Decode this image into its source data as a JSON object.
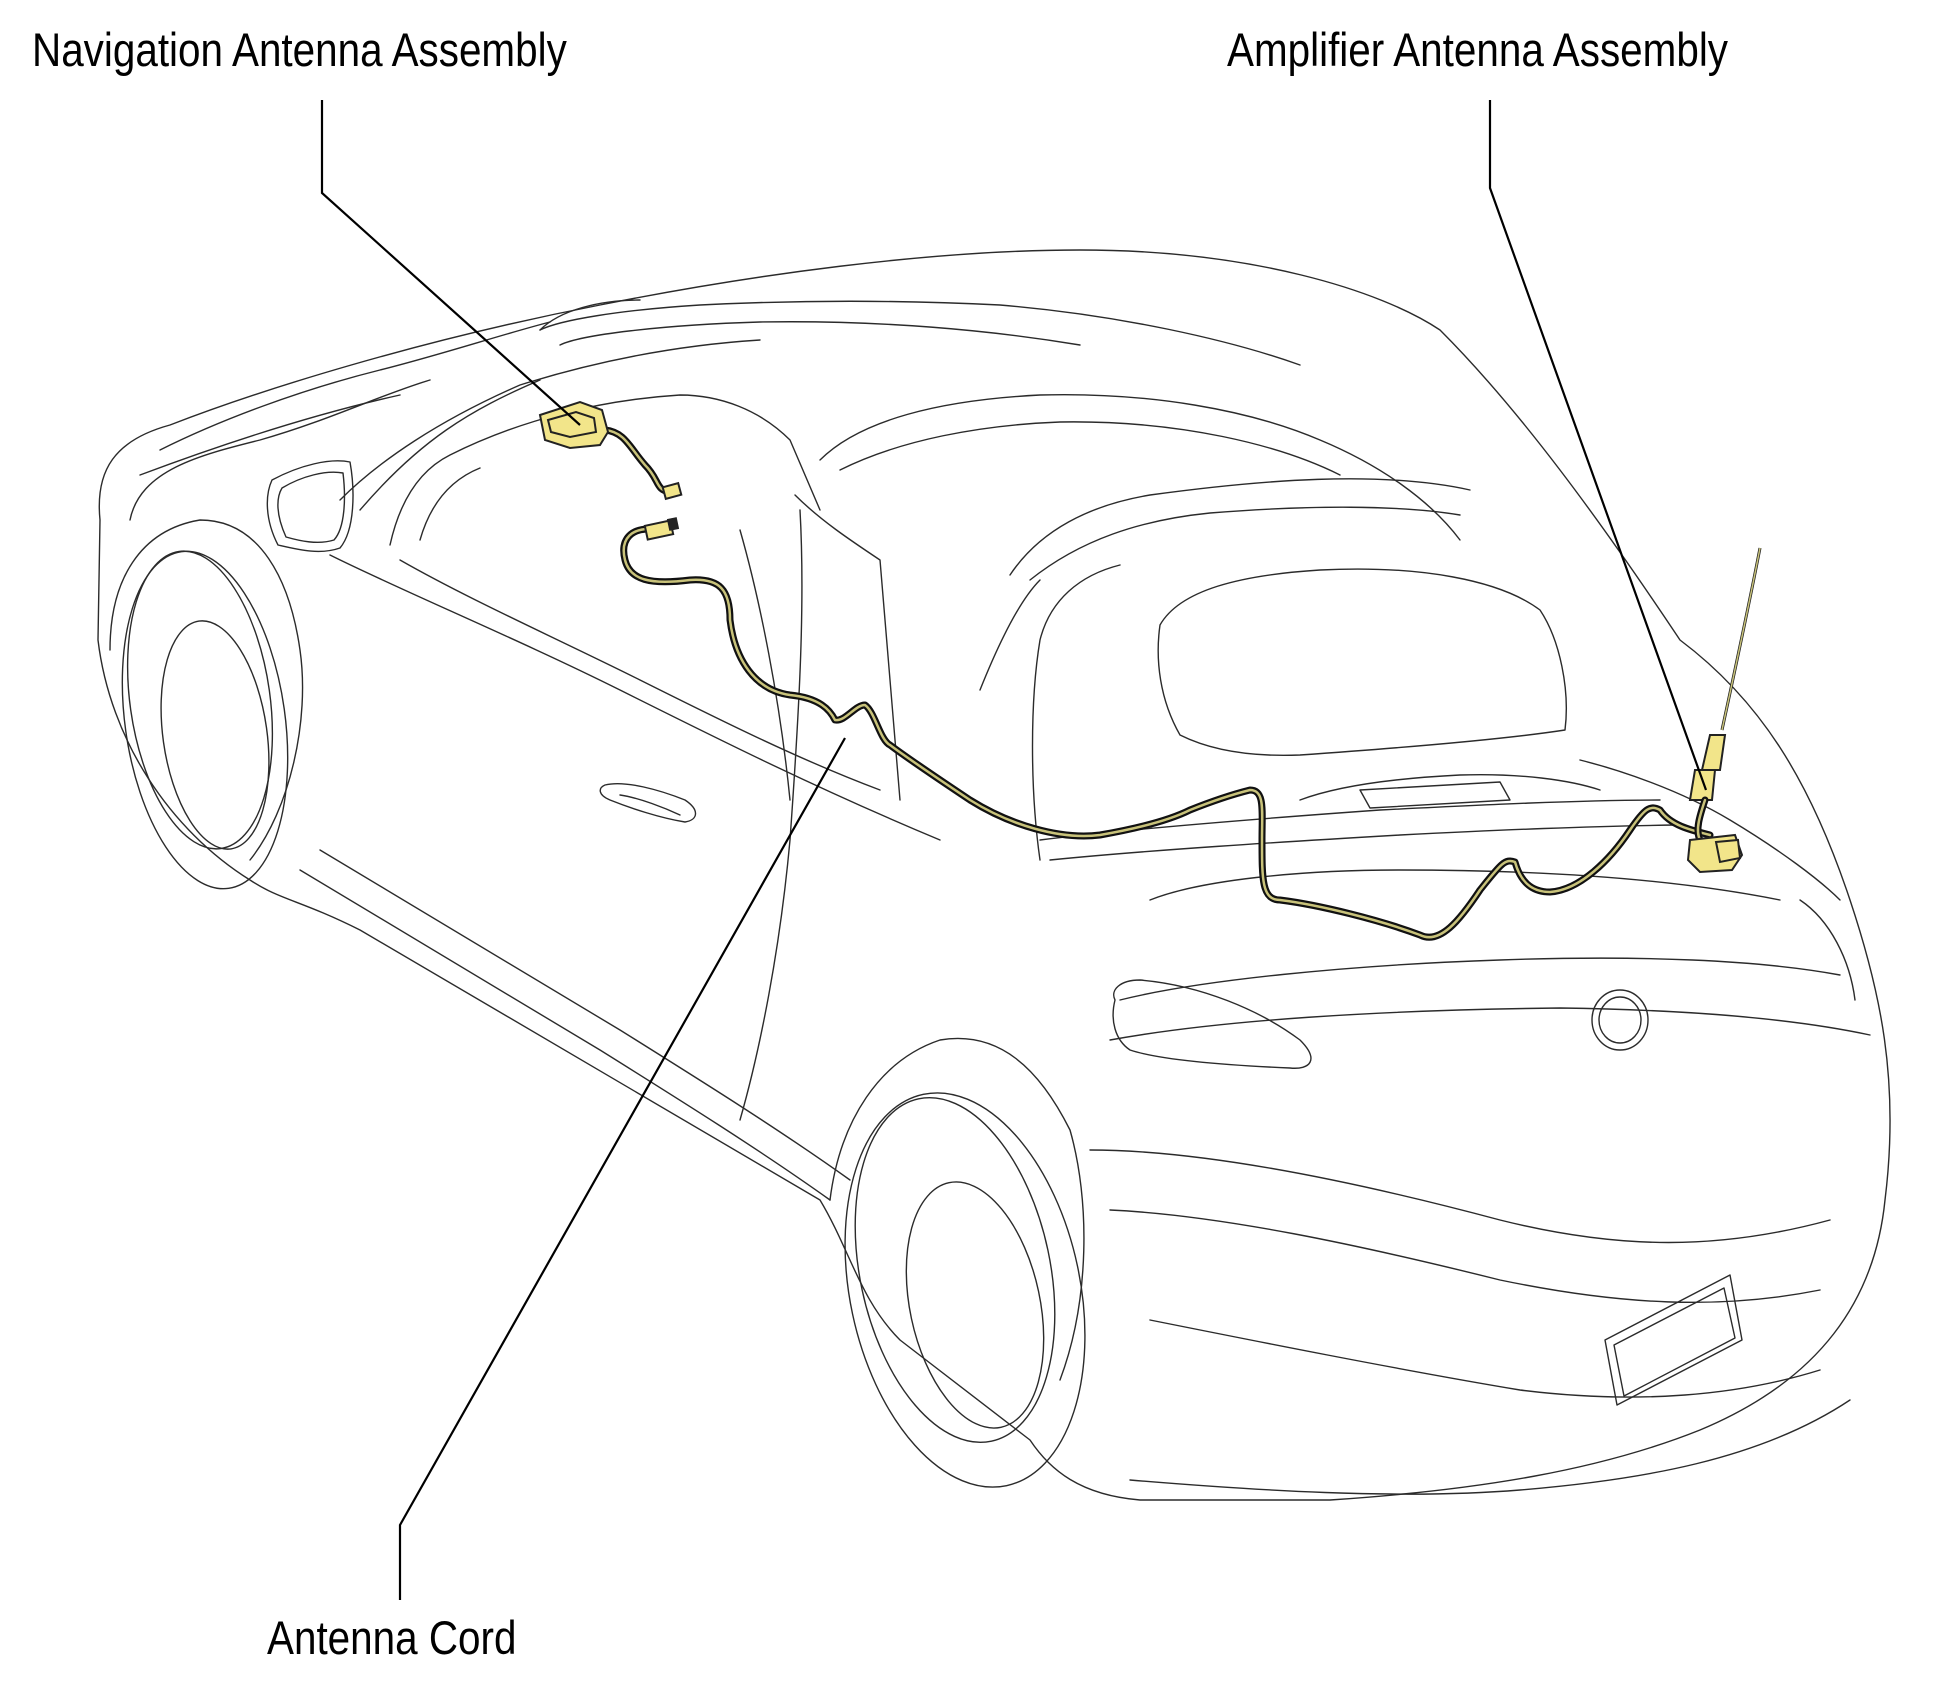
{
  "diagram": {
    "callouts": {
      "navigation_antenna": "Navigation Antenna Assembly",
      "amplifier_antenna": "Amplifier Antenna Assembly",
      "antenna_cord": "Antenna Cord"
    },
    "colors": {
      "part_highlight": "#f2e58a",
      "cord_inner": "#c8c27a",
      "outline": "#2b2b2b"
    }
  }
}
